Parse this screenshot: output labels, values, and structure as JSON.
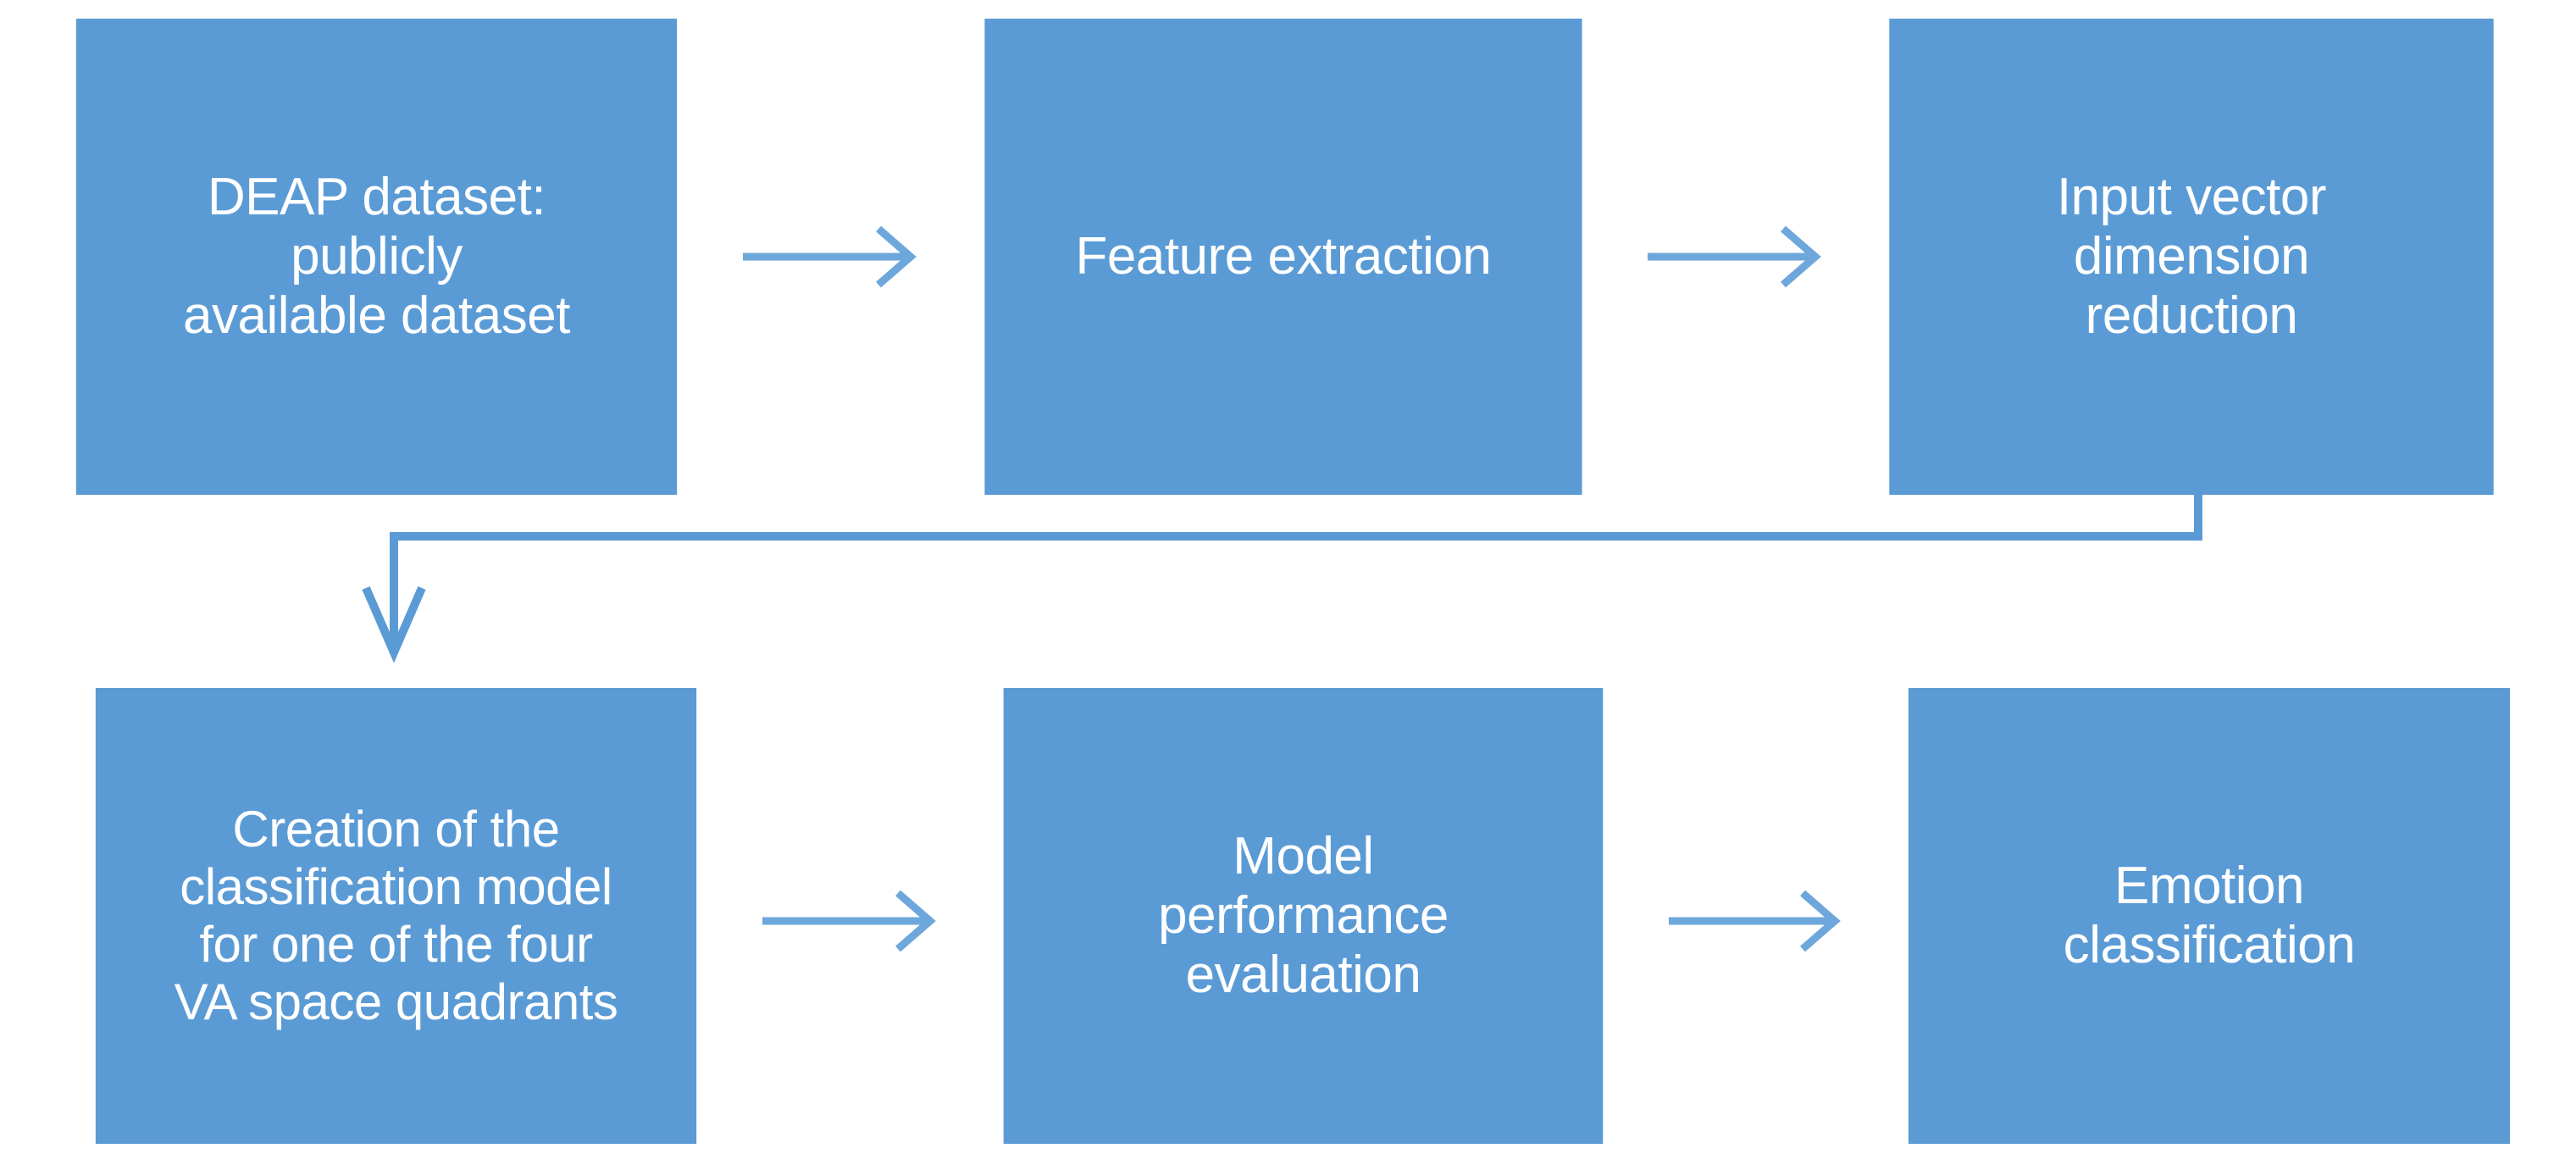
{
  "diagram": {
    "title": "Emotion classification pipeline flowchart",
    "type": "flowchart",
    "orientation": "left-to-right, two rows with wrap",
    "colors": {
      "node_fill": "#5B9BD5",
      "node_text": "#FFFFFF",
      "connector": "#5B9BD5",
      "background": "#FFFFFF"
    },
    "nodes": [
      {
        "id": "deap",
        "label": "DEAP dataset:\npublicly\navailable dataset",
        "row": 1,
        "order": 1
      },
      {
        "id": "feature",
        "label": "Feature extraction",
        "row": 1,
        "order": 2
      },
      {
        "id": "inputvec",
        "label": "Input vector\ndimension\nreduction",
        "row": 1,
        "order": 3
      },
      {
        "id": "creation",
        "label": "Creation of the\nclassification model\nfor one of the four\nVA space quadrants",
        "row": 2,
        "order": 1
      },
      {
        "id": "modelperf",
        "label": "Model\nperformance\nevaluation",
        "row": 2,
        "order": 2
      },
      {
        "id": "emotion",
        "label": "Emotion\nclassification",
        "row": 2,
        "order": 3
      }
    ],
    "connectors": [
      {
        "id": "c1",
        "from": "deap",
        "to": "feature",
        "style": "straight-arrow",
        "direction": "right"
      },
      {
        "id": "c2",
        "from": "feature",
        "to": "inputvec",
        "style": "straight-arrow",
        "direction": "right"
      },
      {
        "id": "c3",
        "from": "inputvec",
        "to": "creation",
        "style": "elbow-arrow",
        "direction": "down-left-down"
      },
      {
        "id": "c4",
        "from": "creation",
        "to": "modelperf",
        "style": "straight-arrow",
        "direction": "right"
      },
      {
        "id": "c5",
        "from": "modelperf",
        "to": "emotion",
        "style": "straight-arrow",
        "direction": "right"
      }
    ]
  }
}
